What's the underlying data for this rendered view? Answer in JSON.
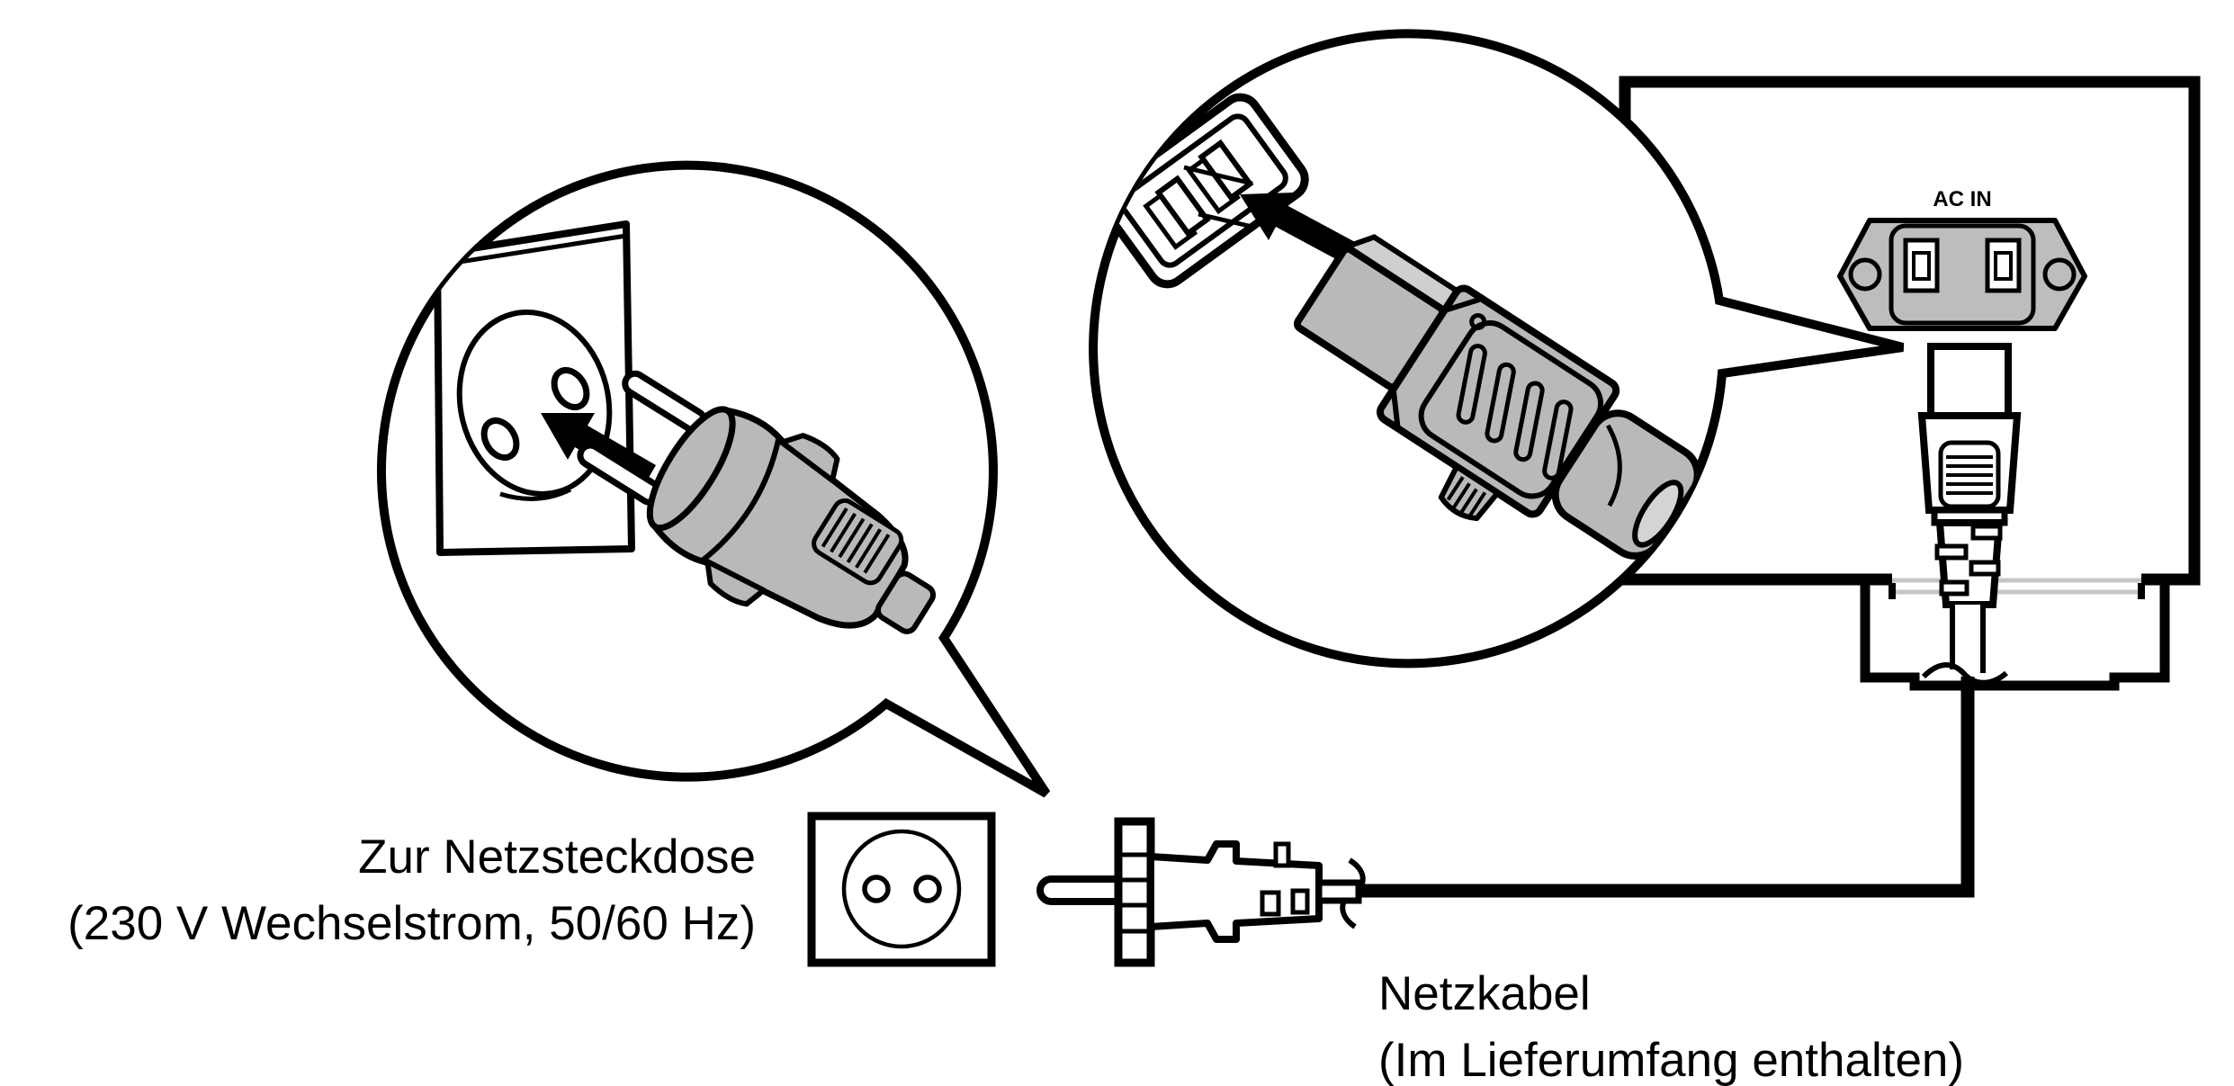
{
  "page": {
    "background": "#ffffff"
  },
  "labels": {
    "ac_in": "AC IN",
    "outlet_caption_line1": "Zur Netzsteckdose",
    "outlet_caption_line2": "(230 V Wechselstrom, 50/60 Hz)",
    "cable_caption_line1": "Netzkabel",
    "cable_caption_line2": "(Im Lieferumfang enthalten)"
  },
  "colors": {
    "line": "#000000",
    "background": "#ffffff",
    "plug_gray": "#b9b9b9",
    "inlet_gray": "#bdbdbd",
    "seam_gray": "#c6c6c6"
  },
  "components": [
    {
      "name": "wall-outlet-callout-icon",
      "meaning": "zoom circle: mains plug inserted into wall outlet"
    },
    {
      "name": "device-inlet-callout-icon",
      "meaning": "zoom circle: cord connector inserted into AC IN inlet"
    },
    {
      "name": "device-rear-panel-icon",
      "meaning": "rear panel of the unit with AC IN socket and foot"
    },
    {
      "name": "power-cord-icon",
      "meaning": "power cord running from device to mains plug"
    },
    {
      "name": "wall-outlet-symbol-icon",
      "meaning": "schematic mains wall outlet"
    },
    {
      "name": "mains-plug-side-icon",
      "meaning": "mains plug seen from the side"
    },
    {
      "name": "arrow-icon",
      "meaning": "insertion direction arrow"
    }
  ]
}
